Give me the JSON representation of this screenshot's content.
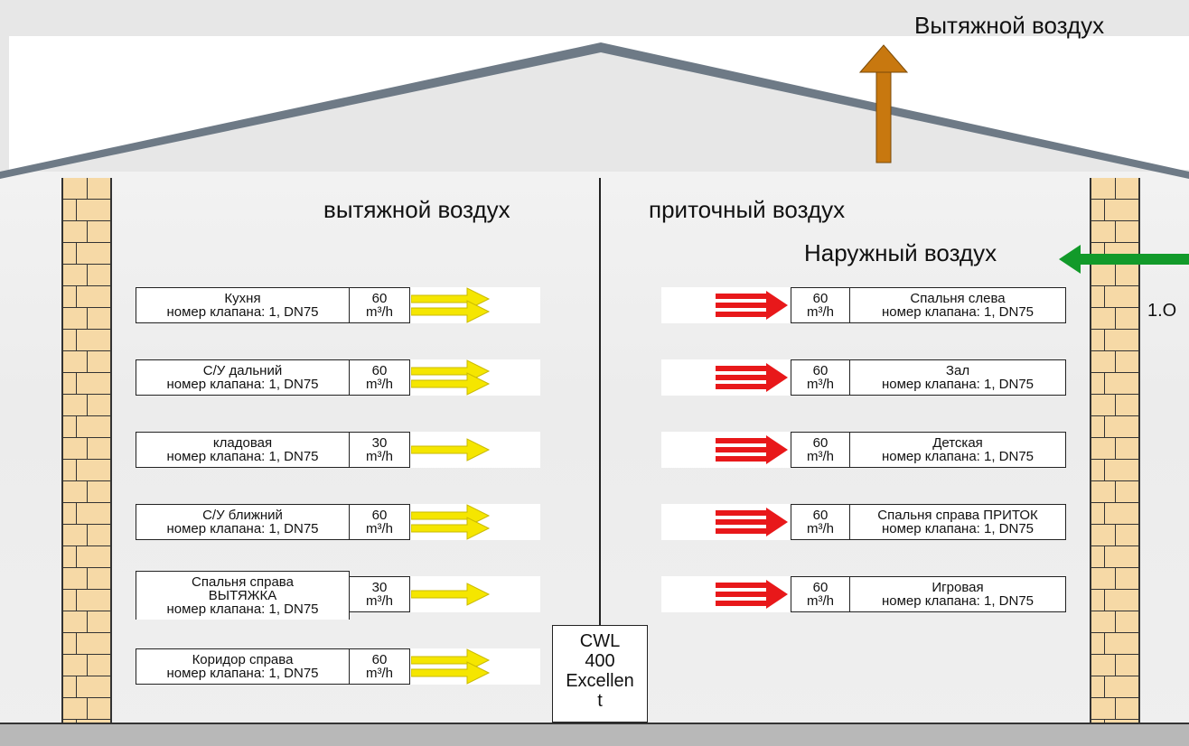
{
  "labels": {
    "exhaust_out": "Вытяжной воздух",
    "exhaust": "вытяжной воздух",
    "supply": "приточный воздух",
    "outdoor": "Наружный воздух",
    "cut": "1.O"
  },
  "unit": {
    "lines": [
      "CWL",
      "400",
      "Excellen",
      "t"
    ]
  },
  "colors": {
    "exhaust_arrow": "#f5e600",
    "supply_arrow": "#e8181a",
    "outdoor_arrow": "#129a2a",
    "exhaust_out_arrow": "#c8780f",
    "brick": "#f6d9a6"
  },
  "exhaust_rooms": [
    {
      "name": "Кухня",
      "extra": "",
      "valve": "номер клапана: 1, DN75",
      "flow": "60",
      "unit": "m³/h"
    },
    {
      "name": "С/У дальний",
      "extra": "",
      "valve": "номер клапана: 1, DN75",
      "flow": "60",
      "unit": "m³/h"
    },
    {
      "name": "кладовая",
      "extra": "",
      "valve": "номер клапана: 1, DN75",
      "flow": "30",
      "unit": "m³/h"
    },
    {
      "name": "С/У ближний",
      "extra": "",
      "valve": "номер клапана: 1, DN75",
      "flow": "60",
      "unit": "m³/h"
    },
    {
      "name": "Спальня справа",
      "extra": "ВЫТЯЖКА",
      "valve": "номер клапана: 1, DN75",
      "flow": "30",
      "unit": "m³/h"
    },
    {
      "name": "Коридор справа",
      "extra": "",
      "valve": "номер клапана: 1, DN75",
      "flow": "60",
      "unit": "m³/h"
    }
  ],
  "supply_rooms": [
    {
      "name": "Спальня слева",
      "valve": "номер клапана: 1, DN75",
      "flow": "60",
      "unit": "m³/h"
    },
    {
      "name": "Зал",
      "valve": "номер клапана: 1, DN75",
      "flow": "60",
      "unit": "m³/h"
    },
    {
      "name": "Детская",
      "valve": "номер клапана: 1, DN75",
      "flow": "60",
      "unit": "m³/h"
    },
    {
      "name": "Спальня справа ПРИТОК",
      "valve": "номер клапана: 1, DN75",
      "flow": "60",
      "unit": "m³/h"
    },
    {
      "name": "Игровая",
      "valve": "номер клапана: 1, DN75",
      "flow": "60",
      "unit": "m³/h"
    }
  ]
}
